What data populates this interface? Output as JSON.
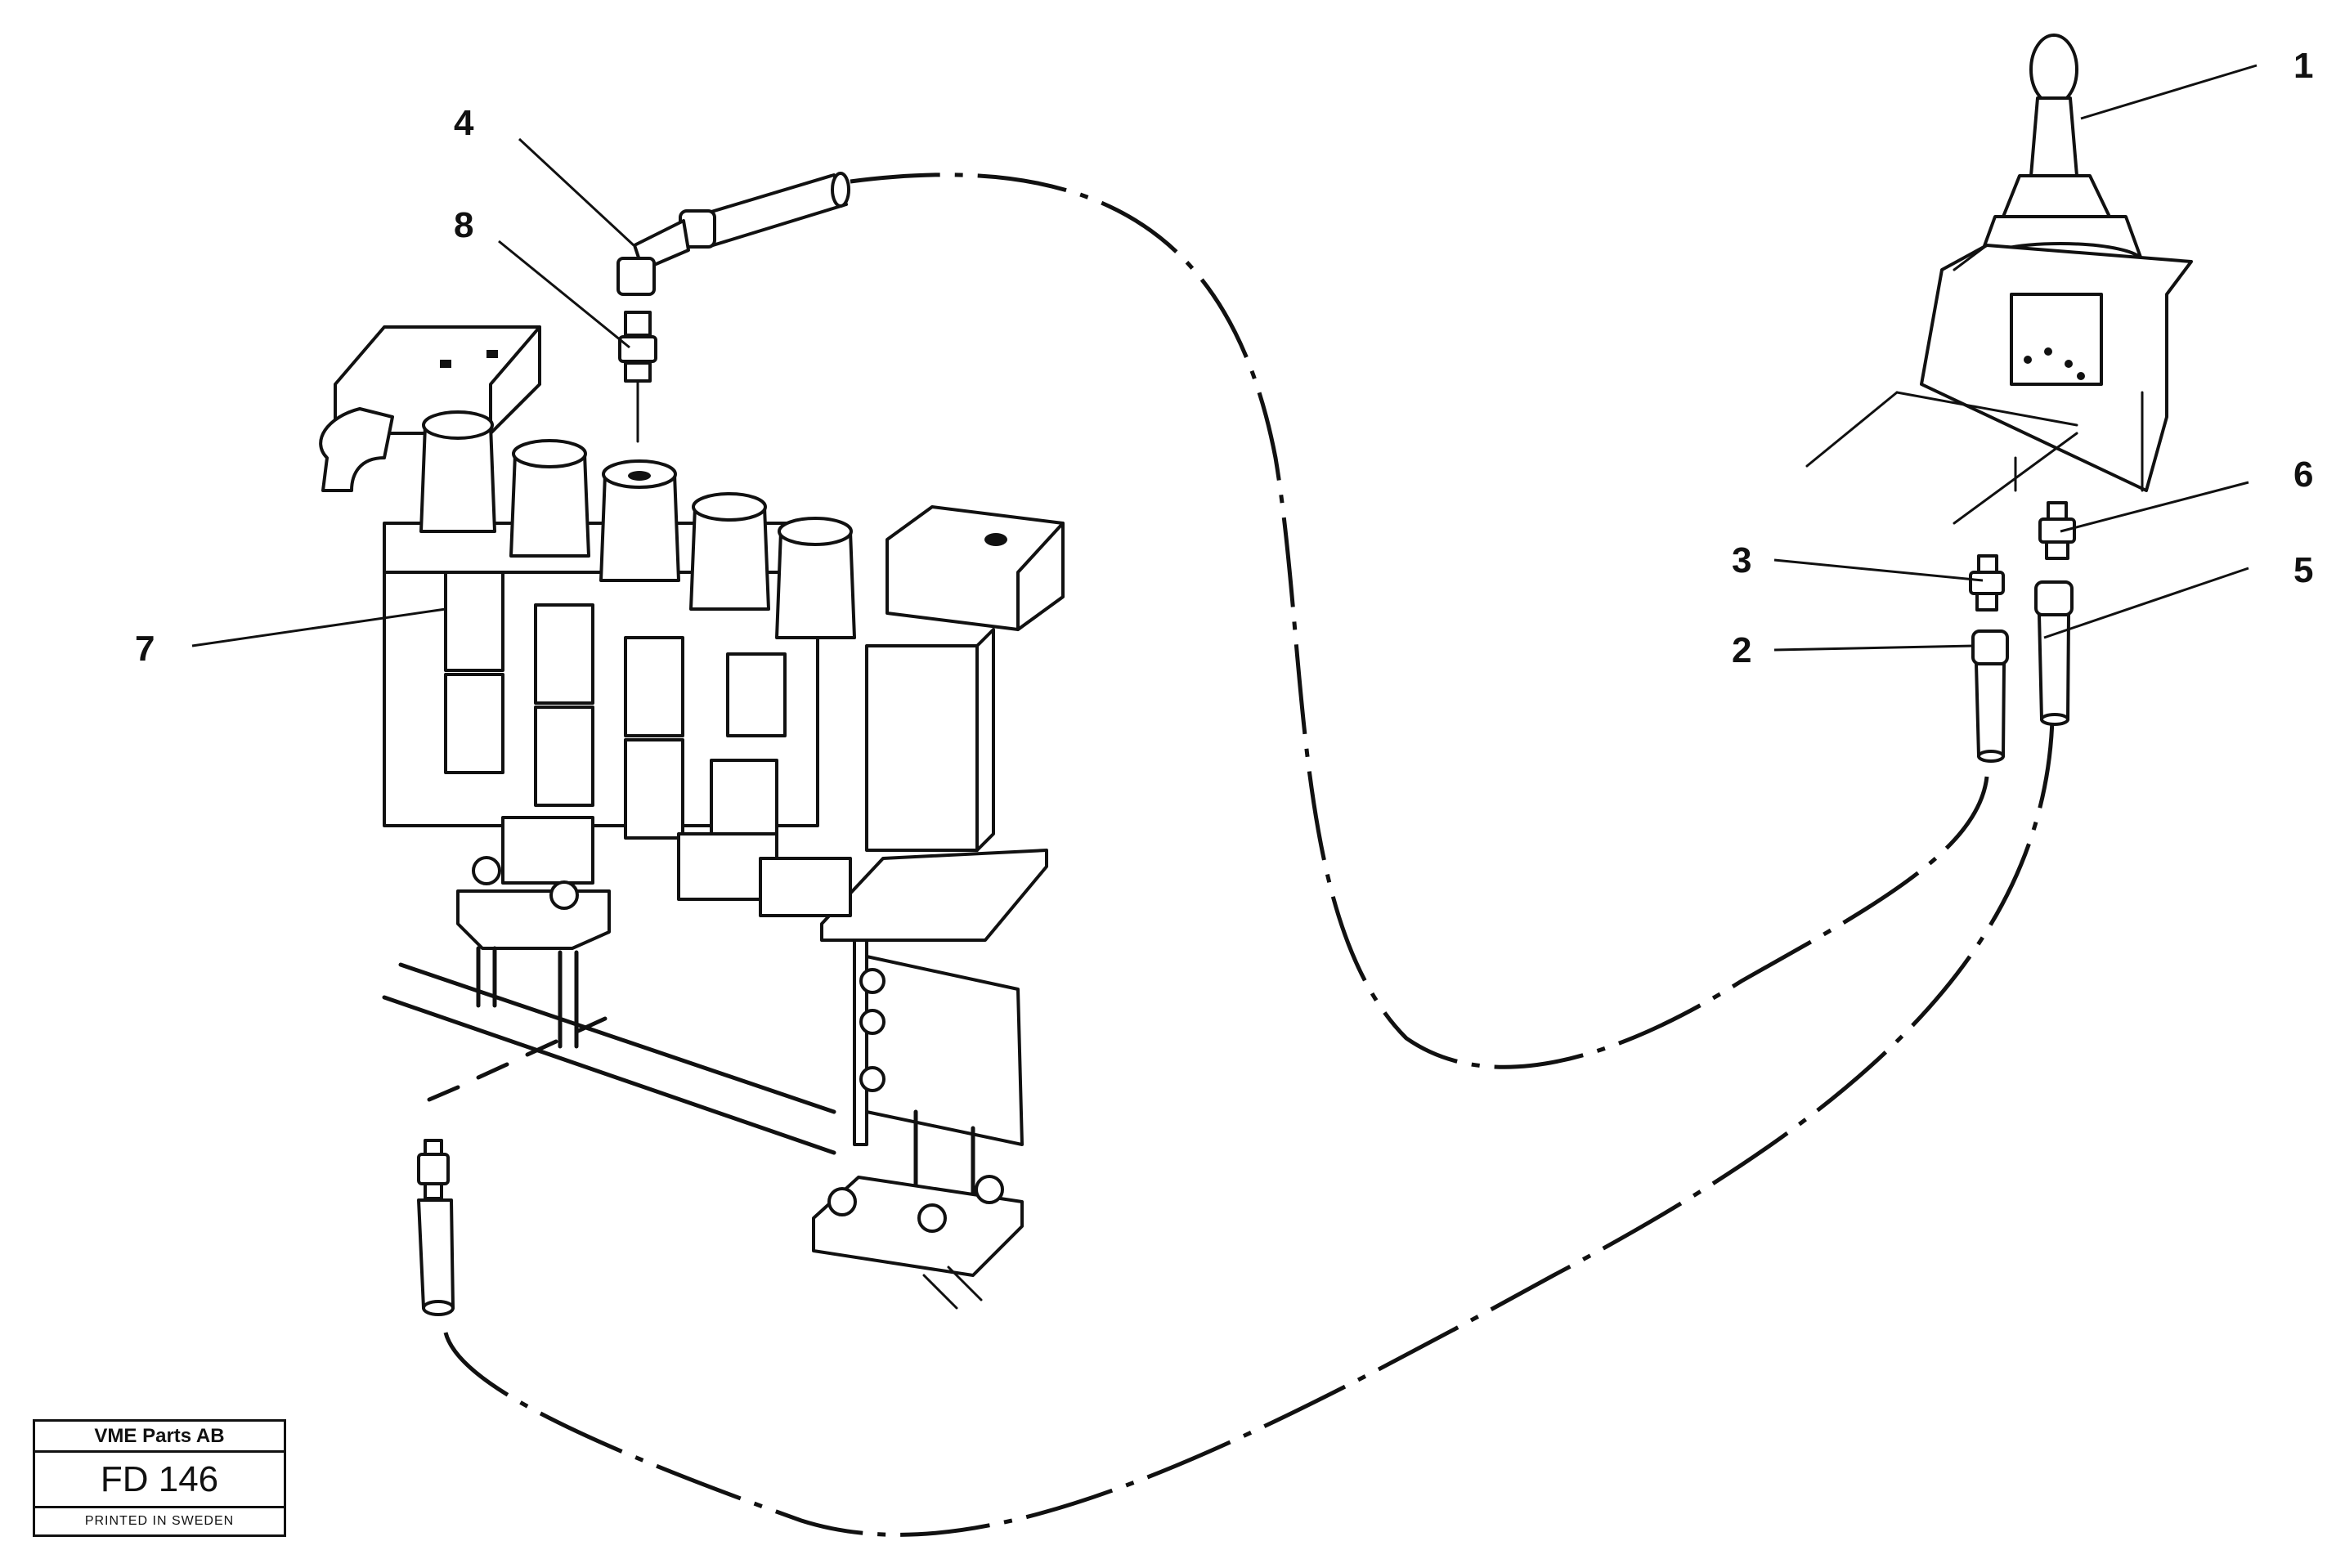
{
  "callouts": {
    "c1": "1",
    "c2": "2",
    "c3": "3",
    "c4": "4",
    "c5": "5",
    "c6": "6",
    "c7": "7",
    "c8": "8"
  },
  "titleblock": {
    "company": "VME Parts AB",
    "code": "FD 146",
    "printed": "PRINTED IN SWEDEN"
  }
}
